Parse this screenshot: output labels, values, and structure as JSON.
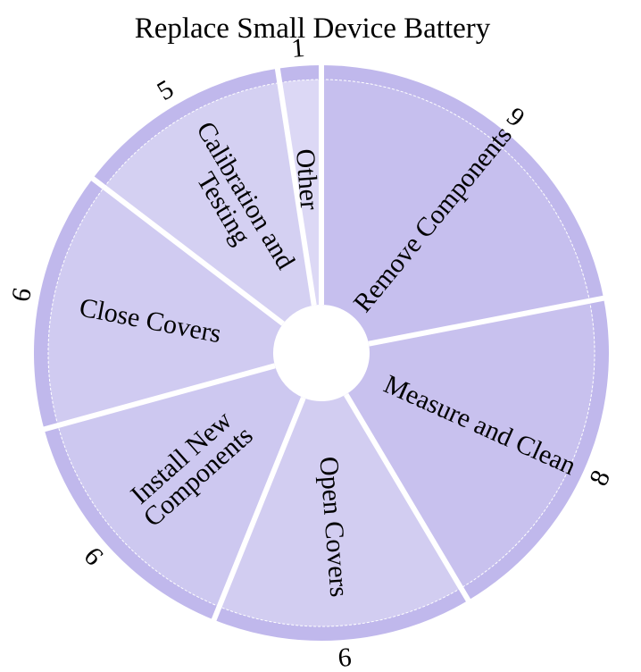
{
  "chart_data": {
    "type": "pie",
    "title": "Replace Small Device Battery",
    "segments": [
      {
        "label": "Remove Components",
        "value": 9,
        "color": "#c6bfee"
      },
      {
        "label": "Measure and Clean",
        "value": 8,
        "color": "#c8c1ee"
      },
      {
        "label": "Open Covers",
        "value": 6,
        "color": "#d2cdf1"
      },
      {
        "label": "Install New Components",
        "value": 6,
        "color": "#cdc8f0"
      },
      {
        "label": "Close Covers",
        "value": 6,
        "color": "#d0cbf1"
      },
      {
        "label": "Calibration and Testing",
        "value": 5,
        "color": "#d4d0f2"
      },
      {
        "label": "Other",
        "value": 1,
        "color": "#dcd8f5"
      }
    ],
    "ring_color": "#c0b8ec",
    "start_angle_deg": 0,
    "direction": "clockwise"
  }
}
